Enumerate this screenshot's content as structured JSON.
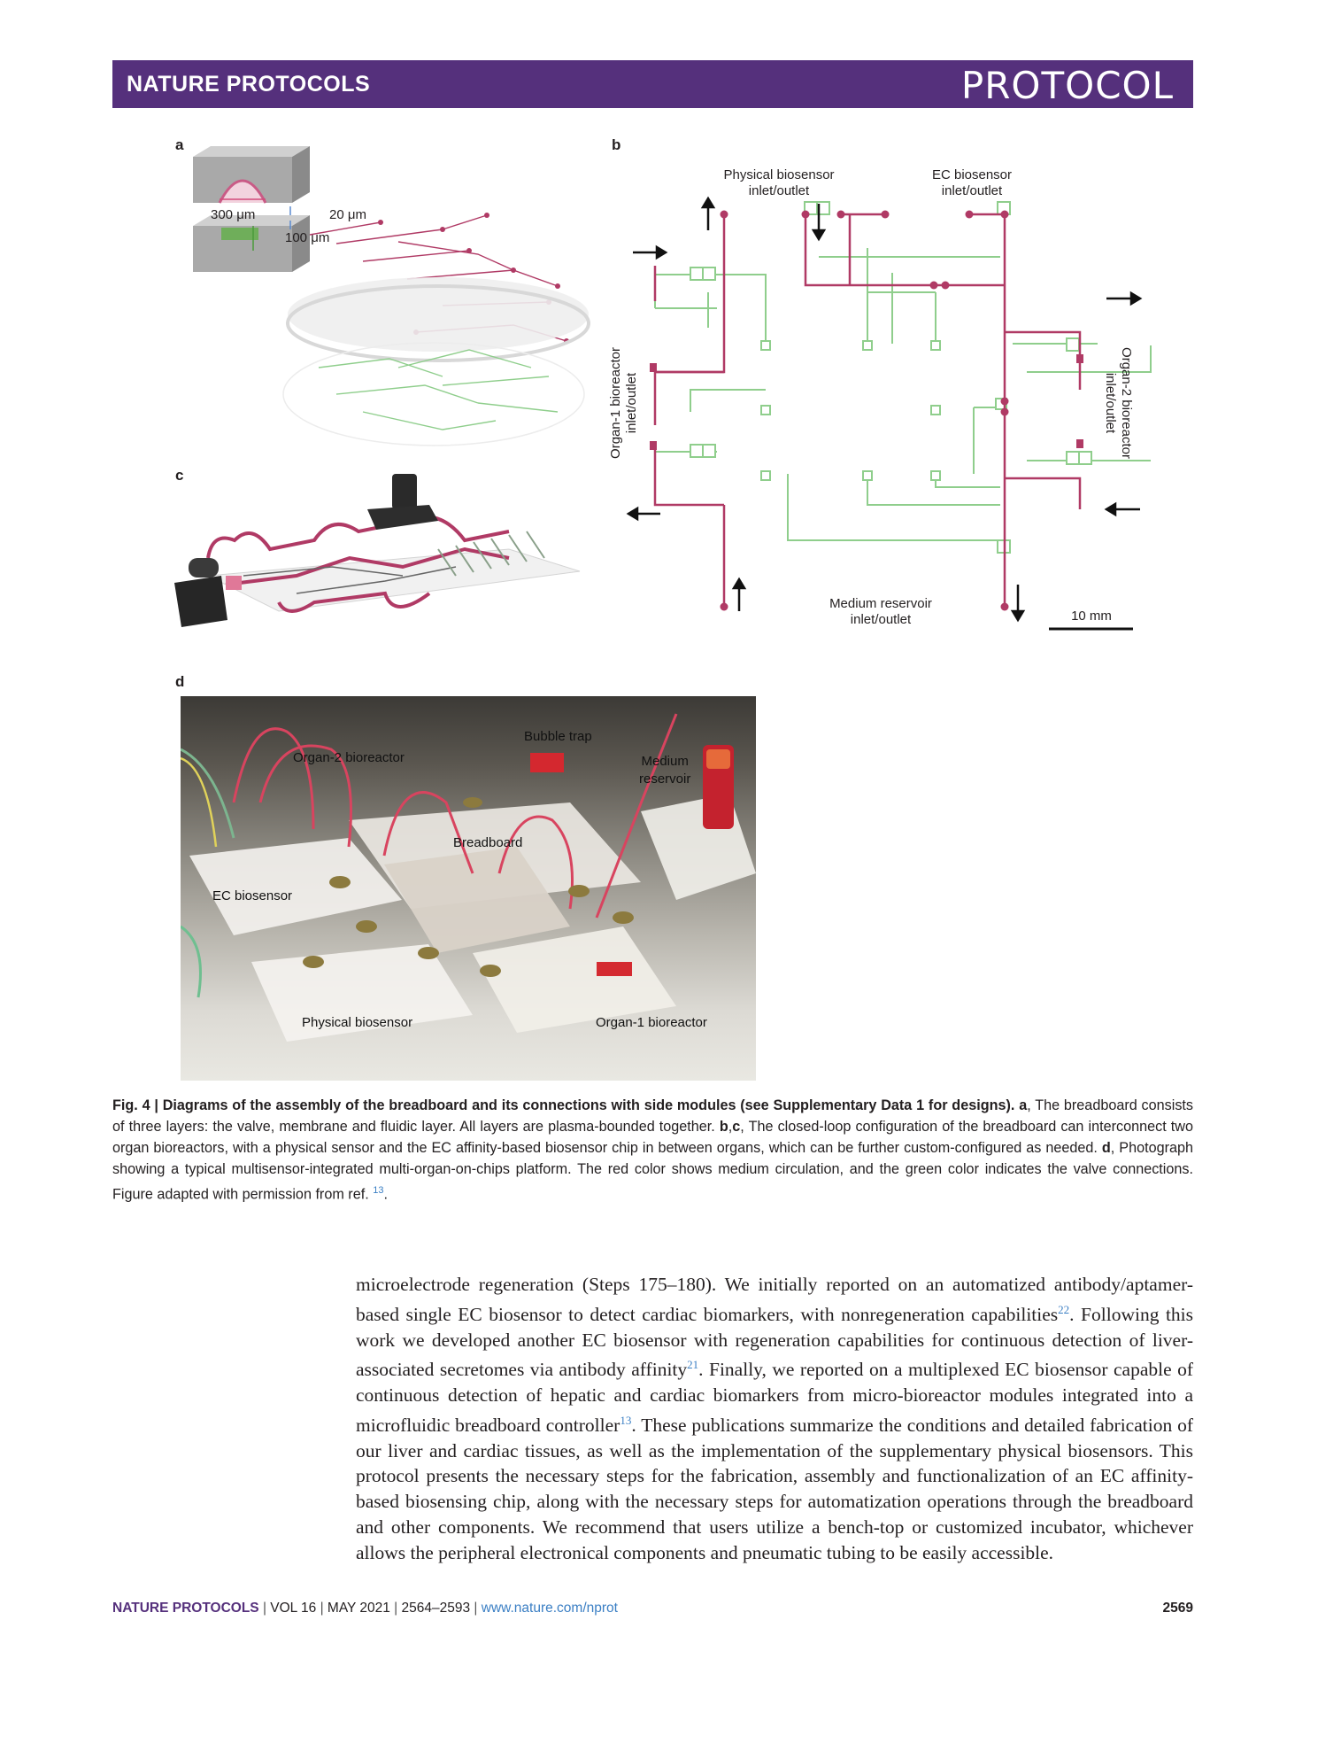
{
  "header": {
    "journal": "NATURE PROTOCOLS",
    "article_type": "PROTOCOL"
  },
  "figure": {
    "panel_a": {
      "letter": "a",
      "width_label": "300 μm",
      "gap_label": "20 μm",
      "depth_label": "100 μm"
    },
    "panel_b": {
      "letter": "b",
      "physical_inlet": [
        "Physical biosensor",
        "inlet/outlet"
      ],
      "ec_inlet": [
        "EC biosensor",
        "inlet/outlet"
      ],
      "organ1": [
        "Organ-1 bioreactor",
        "inlet/outlet"
      ],
      "organ2": [
        "Organ-2 bioreactor",
        "inlet/outlet"
      ],
      "medium": [
        "Medium reservoir",
        "inlet/outlet"
      ],
      "scale": "10 mm"
    },
    "panel_c": {
      "letter": "c"
    },
    "panel_d": {
      "letter": "d",
      "labels": {
        "bubble_trap": "Bubble trap",
        "organ2": "Organ-2 bioreactor",
        "medium": "Medium\nreservoir",
        "breadboard": "Breadboard",
        "ec_biosensor": "EC biosensor",
        "physical": "Physical biosensor",
        "organ1": "Organ-1 bioreactor"
      }
    },
    "colors": {
      "fluidic": "#b03a65",
      "valve": "#8fce8c",
      "header": "#55307c"
    }
  },
  "caption": {
    "title": "Fig. 4 | Diagrams of the assembly of the breadboard and its connections with side modules (see Supplementary Data 1 for designs).",
    "a_key": "a",
    "a_text": ", The breadboard consists of three layers: the valve, membrane and fluidic layer. All layers are plasma-bounded together.",
    "bc_key": "b",
    "bc_sep": ",",
    "bc_key2": "c",
    "bc_text": ", The closed-loop configuration of the breadboard can interconnect two organ bioreactors, with a physical sensor and the EC affinity-based biosensor chip in between organs, which can be further custom-configured as needed.",
    "d_key": "d",
    "d_text": ", Photograph showing a typical multisensor-integrated multi-organ-on-chips platform. The red color shows medium circulation, and the green color indicates the valve connections. Figure adapted with permission from ref.",
    "ref": "13",
    "end": "."
  },
  "body": {
    "p1": "microelectrode regeneration (Steps 175–180). We initially reported on an automatized antibody/aptamer-based single EC biosensor to detect cardiac biomarkers, with nonregeneration capabilities",
    "r1": "22",
    "p2": ". Following this work we developed another EC biosensor with regeneration capabilities for continuous detection of liver-associated secretomes via antibody affinity",
    "r2": "21",
    "p3": ". Finally, we reported on a multiplexed EC biosensor capable of continuous detection of hepatic and cardiac biomarkers from micro-bioreactor modules integrated into a microfluidic breadboard controller",
    "r3": "13",
    "p4": ". These publications summarize the conditions and detailed fabrication of our liver and cardiac tissues, as well as the implementation of the supplementary physical biosensors. This protocol presents the necessary steps for the fabrication, assembly and functionalization of an EC affinity-based biosensing chip, along with the necessary steps for automatization operations through the breadboard and other components. We recommend that users utilize a bench-top or customized incubator, whichever allows the peripheral electronical components and pneumatic tubing to be easily accessible."
  },
  "footer": {
    "journal": "NATURE PROTOCOLS",
    "vol": "VOL 16",
    "date": "MAY 2021",
    "pages": "2564–2593",
    "url": "www.nature.com/nprot",
    "page_number": "2569"
  }
}
